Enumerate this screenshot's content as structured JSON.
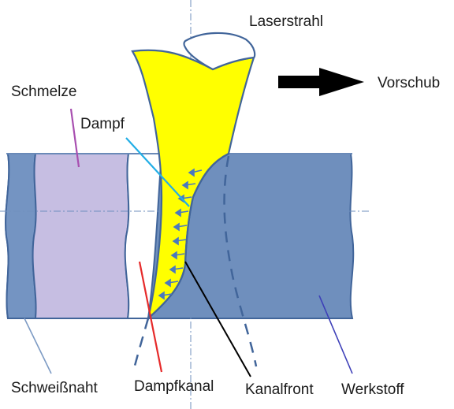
{
  "labels": {
    "laser_beam": "Laserstrahl",
    "feed": "Vorschub",
    "melt": "Schmelze",
    "vapor": "Dampf",
    "weld_seam": "Schweißnaht",
    "vapor_channel": "Dampfkanal",
    "channel_front": "Kanalfront",
    "workpiece": "Werkstoff"
  },
  "colors": {
    "workpiece": "#6f8fbd",
    "melt": "#c6bee2",
    "laser": "#ffff00",
    "outline": "#41659a",
    "melt_leader": "#a84fb0",
    "vapor_leader": "#22aee6",
    "vapor_channel_leader": "#e62a2a",
    "channel_front_leader": "#000000",
    "workpiece_leader": "#3d3fb8",
    "weld_seam_leader": "#7d9bc4",
    "vapor_arrows": "#4a78c0",
    "feed_arrow": "#000000"
  },
  "icons": {
    "feed": "arrow-right-icon",
    "vapor_flow": "arrow-left-icon"
  }
}
